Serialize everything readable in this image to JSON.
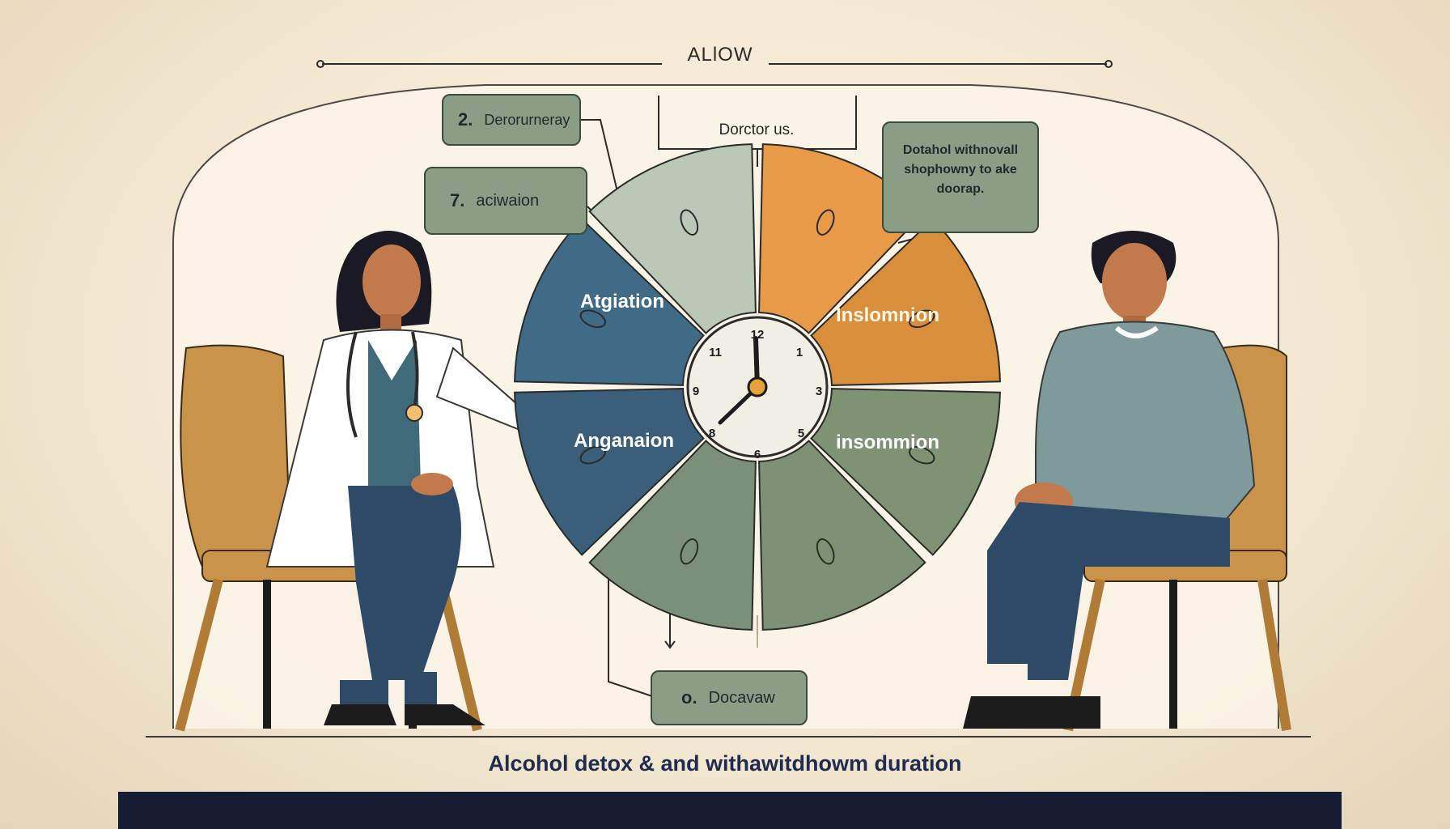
{
  "header": {
    "title": "ALlOW"
  },
  "doctor_label": "Dorctor us.",
  "callouts": [
    {
      "num": "2.",
      "text": "Derorurneray"
    },
    {
      "num": "7.",
      "text": "aciwaion"
    },
    {
      "num": "o.",
      "text": "Docavaw"
    }
  ],
  "note": {
    "line1": "Dotahol withnovall",
    "line2": "shophowny to ake",
    "line3": "doorap."
  },
  "wheel": {
    "segments": [
      {
        "label": "Atgiation",
        "color": "#3f6b86"
      },
      {
        "label": "",
        "color": "#b9c9b6"
      },
      {
        "label": "",
        "color": "#e89a48"
      },
      {
        "label": "Inslomnion",
        "color": "#d98e3c"
      },
      {
        "label": "insommion",
        "color": "#7e9373"
      },
      {
        "label": "",
        "color": "#7d9274"
      },
      {
        "label": "",
        "color": "#7b9079"
      },
      {
        "label": "Anganaion",
        "color": "#3b5f7a"
      }
    ]
  },
  "clock": {
    "numbers": [
      "12",
      "11",
      "1",
      "9",
      "3",
      "8",
      "5",
      "6"
    ]
  },
  "caption": "Alcohol detox & and withawitdhowm duration",
  "colors": {
    "chair": "#c9934a",
    "coat": "#ffffff",
    "pants": "#2f4a66",
    "sweater": "#7f9a9a"
  }
}
